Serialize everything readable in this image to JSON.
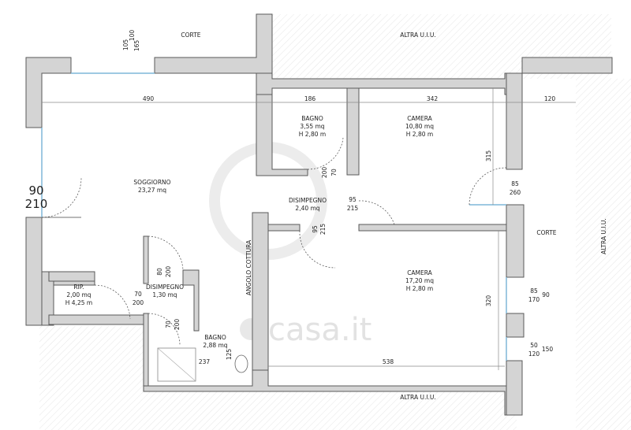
{
  "areas": {
    "corte_top": "CORTE",
    "altra_top": "ALTRA U.I.U.",
    "altra_bottom": "ALTRA U.I.U.",
    "altra_right": "ALTRA U.I.U.",
    "corte_right": "CORTE",
    "angolo_cottura": "ANGOLO COTTURA"
  },
  "rooms": [
    {
      "name": "SOGGIORNO",
      "area": "23,27 mq"
    },
    {
      "name": "BAGNO",
      "area": "3,55 mq",
      "height": "H 2,80 m"
    },
    {
      "name": "CAMERA",
      "area": "10,80 mq",
      "height": "H 2,80 m"
    },
    {
      "name": "DISIMPEGNO",
      "area": "2,40 mq"
    },
    {
      "name": "CAMERA",
      "area": "17,20 mq",
      "height": "H 2,80 m"
    },
    {
      "name": "RIP.",
      "area": "2,00 mq",
      "height": "H 4,25 m"
    },
    {
      "name": "DISIMPEGNO",
      "area": "1,30 mq"
    },
    {
      "name": "BAGNO",
      "area": "2,88 mq"
    }
  ],
  "dims": {
    "w490": "490",
    "w186": "186",
    "w342": "342",
    "w120": "120",
    "h315": "315",
    "h320": "320",
    "w538": "538",
    "w237": "237",
    "w125": "125",
    "top_105": "105",
    "top_100": "100",
    "top_165": "165",
    "big_90": "90",
    "big_210": "210",
    "r85": "85",
    "r260": "260",
    "d95a": "95",
    "d215a": "215",
    "d95b": "95",
    "d215b": "215",
    "d200a": "200",
    "d70a": "70",
    "d80": "80",
    "d200b": "200",
    "d70b": "70",
    "d200c": "200",
    "d70c": "70",
    "d200d": "200",
    "w85": "85",
    "w170": "170",
    "w90": "90",
    "w50": "50",
    "w120b": "120",
    "w150": "150"
  },
  "watermark": "casa.it"
}
